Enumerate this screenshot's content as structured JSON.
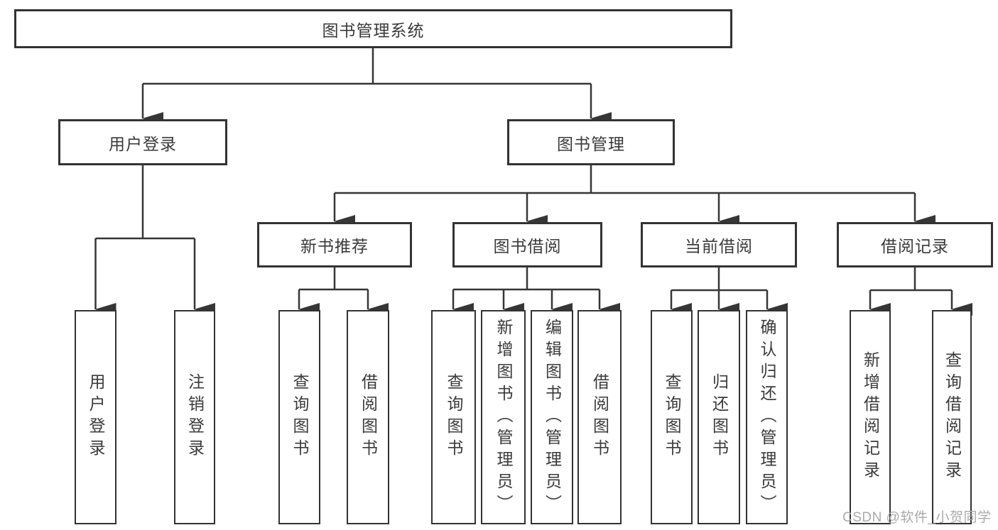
{
  "diagram_type": "hierarchy-tree",
  "colors": {
    "line": "#363636",
    "box_border": "#333333",
    "box_fill": "#ffffff",
    "text": "#3a3a3a",
    "watermark": "#aaaaaa",
    "background": "#ffffff"
  },
  "tree": {
    "label": "图书管理系统",
    "children": [
      {
        "label": "用户登录",
        "children": [
          {
            "label": "用户登录"
          },
          {
            "label": "注销登录"
          }
        ]
      },
      {
        "label": "图书管理",
        "children": [
          {
            "label": "新书推荐",
            "children": [
              {
                "label": "查询图书"
              },
              {
                "label": "借阅图书"
              }
            ]
          },
          {
            "label": "图书借阅",
            "children": [
              {
                "label": "查询图书"
              },
              {
                "label": "新增图书（管理员）"
              },
              {
                "label": "编辑图书（管理员）"
              },
              {
                "label": "借阅图书"
              }
            ]
          },
          {
            "label": "当前借阅",
            "children": [
              {
                "label": "查询图书"
              },
              {
                "label": "归还图书"
              },
              {
                "label": "确认归还（管理员）"
              }
            ]
          },
          {
            "label": "借阅记录",
            "children": [
              {
                "label": "新增借阅记录"
              },
              {
                "label": "查询借阅记录"
              }
            ]
          }
        ]
      }
    ]
  },
  "watermark": {
    "text": "CSDN @软件_小贺同学"
  }
}
